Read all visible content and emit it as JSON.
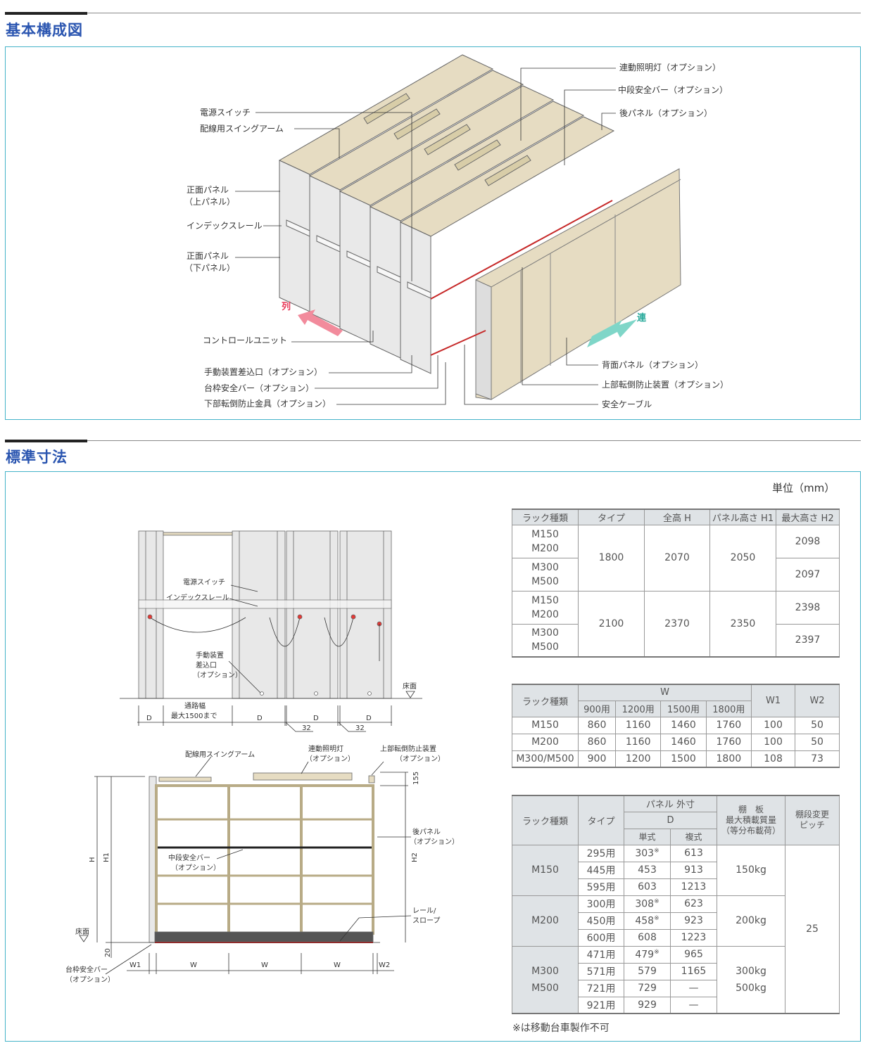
{
  "section1": {
    "title": "基本構成図",
    "labels_left": [
      "電源スイッチ",
      "配線用スイングアーム",
      "正面パネル",
      "（上パネル）",
      "インデックスレール",
      "正面パネル",
      "（下パネル）",
      "コントロールユニット",
      "手動装置差込口（オプション）",
      "台枠安全バー（オプション）",
      "下部転倒防止金具（オプション）"
    ],
    "labels_right": [
      "連動照明灯（オプション）",
      "中段安全バー（オプション）",
      "後パネル（オプション）",
      "背面パネル（オプション）",
      "上部転倒防止装置（オプション）",
      "安全ケーブル"
    ],
    "arrow_left": "列",
    "arrow_right": "連",
    "colors": {
      "arrow_left": "#f28b9c",
      "arrow_right": "#7fd6c8",
      "panel": "#e6dcc2",
      "accent": "#2a55b0",
      "frame": "#45b3c9"
    }
  },
  "section2": {
    "title": "標準寸法",
    "unit": "単位（mm）",
    "front_view": {
      "labels": [
        "電源スイッチ",
        "インデックスレール",
        "手動装置",
        "差込口",
        "（オプション）",
        "床面"
      ],
      "dims": [
        "D",
        "通路幅",
        "最大1500まで",
        "D",
        "D",
        "D",
        "32",
        "32"
      ]
    },
    "side_view": {
      "labels": [
        "配線用スイングアーム",
        "連動照明灯",
        "（オプション）",
        "上部転倒防止装置",
        "（オプション）",
        "後パネル",
        "（オプション）",
        "中段安全バー",
        "（オプション）",
        "レール/",
        "スロープ",
        "床面",
        "台枠安全バー",
        "（オプション）"
      ],
      "dims": [
        "H",
        "H1",
        "H2",
        "155",
        "20",
        "W1",
        "W",
        "W",
        "W",
        "W2"
      ]
    },
    "table1": {
      "headers": [
        "ラック種類",
        "タイプ",
        "全高 H",
        "パネル高さ H1",
        "最大高さ H2"
      ],
      "groups": [
        {
          "type": "1800",
          "h": "2070",
          "h1": "2050",
          "rows": [
            {
              "rack": [
                "M150",
                "M200"
              ],
              "h2": "2098"
            },
            {
              "rack": [
                "M300",
                "M500"
              ],
              "h2": "2097"
            }
          ]
        },
        {
          "type": "2100",
          "h": "2370",
          "h1": "2350",
          "rows": [
            {
              "rack": [
                "M150",
                "M200"
              ],
              "h2": "2398"
            },
            {
              "rack": [
                "M300",
                "M500"
              ],
              "h2": "2397"
            }
          ]
        }
      ]
    },
    "table2": {
      "headers": {
        "rack": "ラック種類",
        "w": "W",
        "w_sub": [
          "900用",
          "1200用",
          "1500用",
          "1800用"
        ],
        "w1": "W1",
        "w2": "W2"
      },
      "rows": [
        {
          "rack": "M150",
          "w": [
            "860",
            "1160",
            "1460",
            "1760"
          ],
          "w1": "100",
          "w2": "50"
        },
        {
          "rack": "M200",
          "w": [
            "860",
            "1160",
            "1460",
            "1760"
          ],
          "w1": "100",
          "w2": "50"
        },
        {
          "rack": "M300/M500",
          "w": [
            "900",
            "1200",
            "1500",
            "1800"
          ],
          "w1": "108",
          "w2": "73"
        }
      ]
    },
    "table3": {
      "headers": {
        "rack": "ラック種類",
        "type": "タイプ",
        "panel": "パネル 外寸",
        "d": "D",
        "single": "単式",
        "double": "複式",
        "load": [
          "棚　板",
          "最大積載質量",
          "（等分布載荷）"
        ],
        "pitch": [
          "棚段変更",
          "ピッチ"
        ]
      },
      "pitch_value": "25",
      "groups": [
        {
          "rack": [
            "M150"
          ],
          "load": [
            "150kg"
          ],
          "rows": [
            [
              "295用",
              "303",
              "613",
              true
            ],
            [
              "445用",
              "453",
              "913",
              false
            ],
            [
              "595用",
              "603",
              "1213",
              false
            ]
          ]
        },
        {
          "rack": [
            "M200"
          ],
          "load": [
            "200kg"
          ],
          "rows": [
            [
              "300用",
              "308",
              "623",
              true
            ],
            [
              "450用",
              "458",
              "923",
              true
            ],
            [
              "600用",
              "608",
              "1223",
              false
            ]
          ]
        },
        {
          "rack": [
            "M300",
            "M500"
          ],
          "load": [
            "300kg",
            "500kg"
          ],
          "rows": [
            [
              "471用",
              "479",
              "965",
              true
            ],
            [
              "571用",
              "579",
              "1165",
              false
            ],
            [
              "721用",
              "729",
              "—",
              false
            ],
            [
              "921用",
              "929",
              "—",
              false
            ]
          ]
        }
      ],
      "mark": "※",
      "note": "※は移動台車製作不可"
    }
  }
}
